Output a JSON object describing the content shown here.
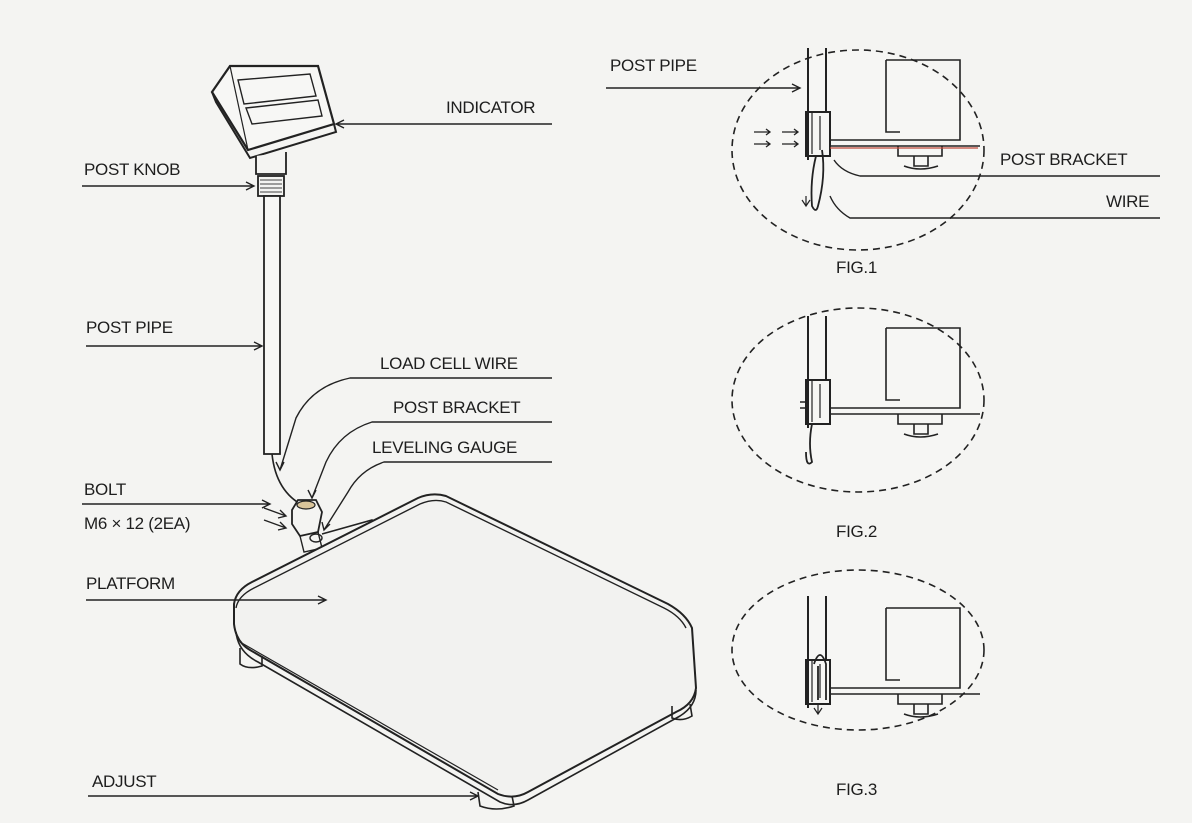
{
  "labels": {
    "indicator": "INDICATOR",
    "post_knob": "POST KNOB",
    "post_pipe_main": "POST PIPE",
    "load_cell_wire": "LOAD CELL WIRE",
    "post_bracket_main": "POST BRACKET",
    "leveling_gauge": "LEVELING GAUGE",
    "bolt": "BOLT",
    "bolt_spec": "M6 × 12 (2EA)",
    "platform": "PLATFORM",
    "adjust": "ADJUST",
    "post_pipe_fig1": "POST PIPE",
    "post_bracket_fig1": "POST BRACKET",
    "wire": "WIRE"
  },
  "figures": {
    "fig1": "FIG.1",
    "fig2": "FIG.2",
    "fig3": "FIG.3"
  },
  "colors": {
    "ink": "#1e1e1e",
    "paper": "#f4f4f2",
    "wire_accent": "#c04a3a"
  }
}
